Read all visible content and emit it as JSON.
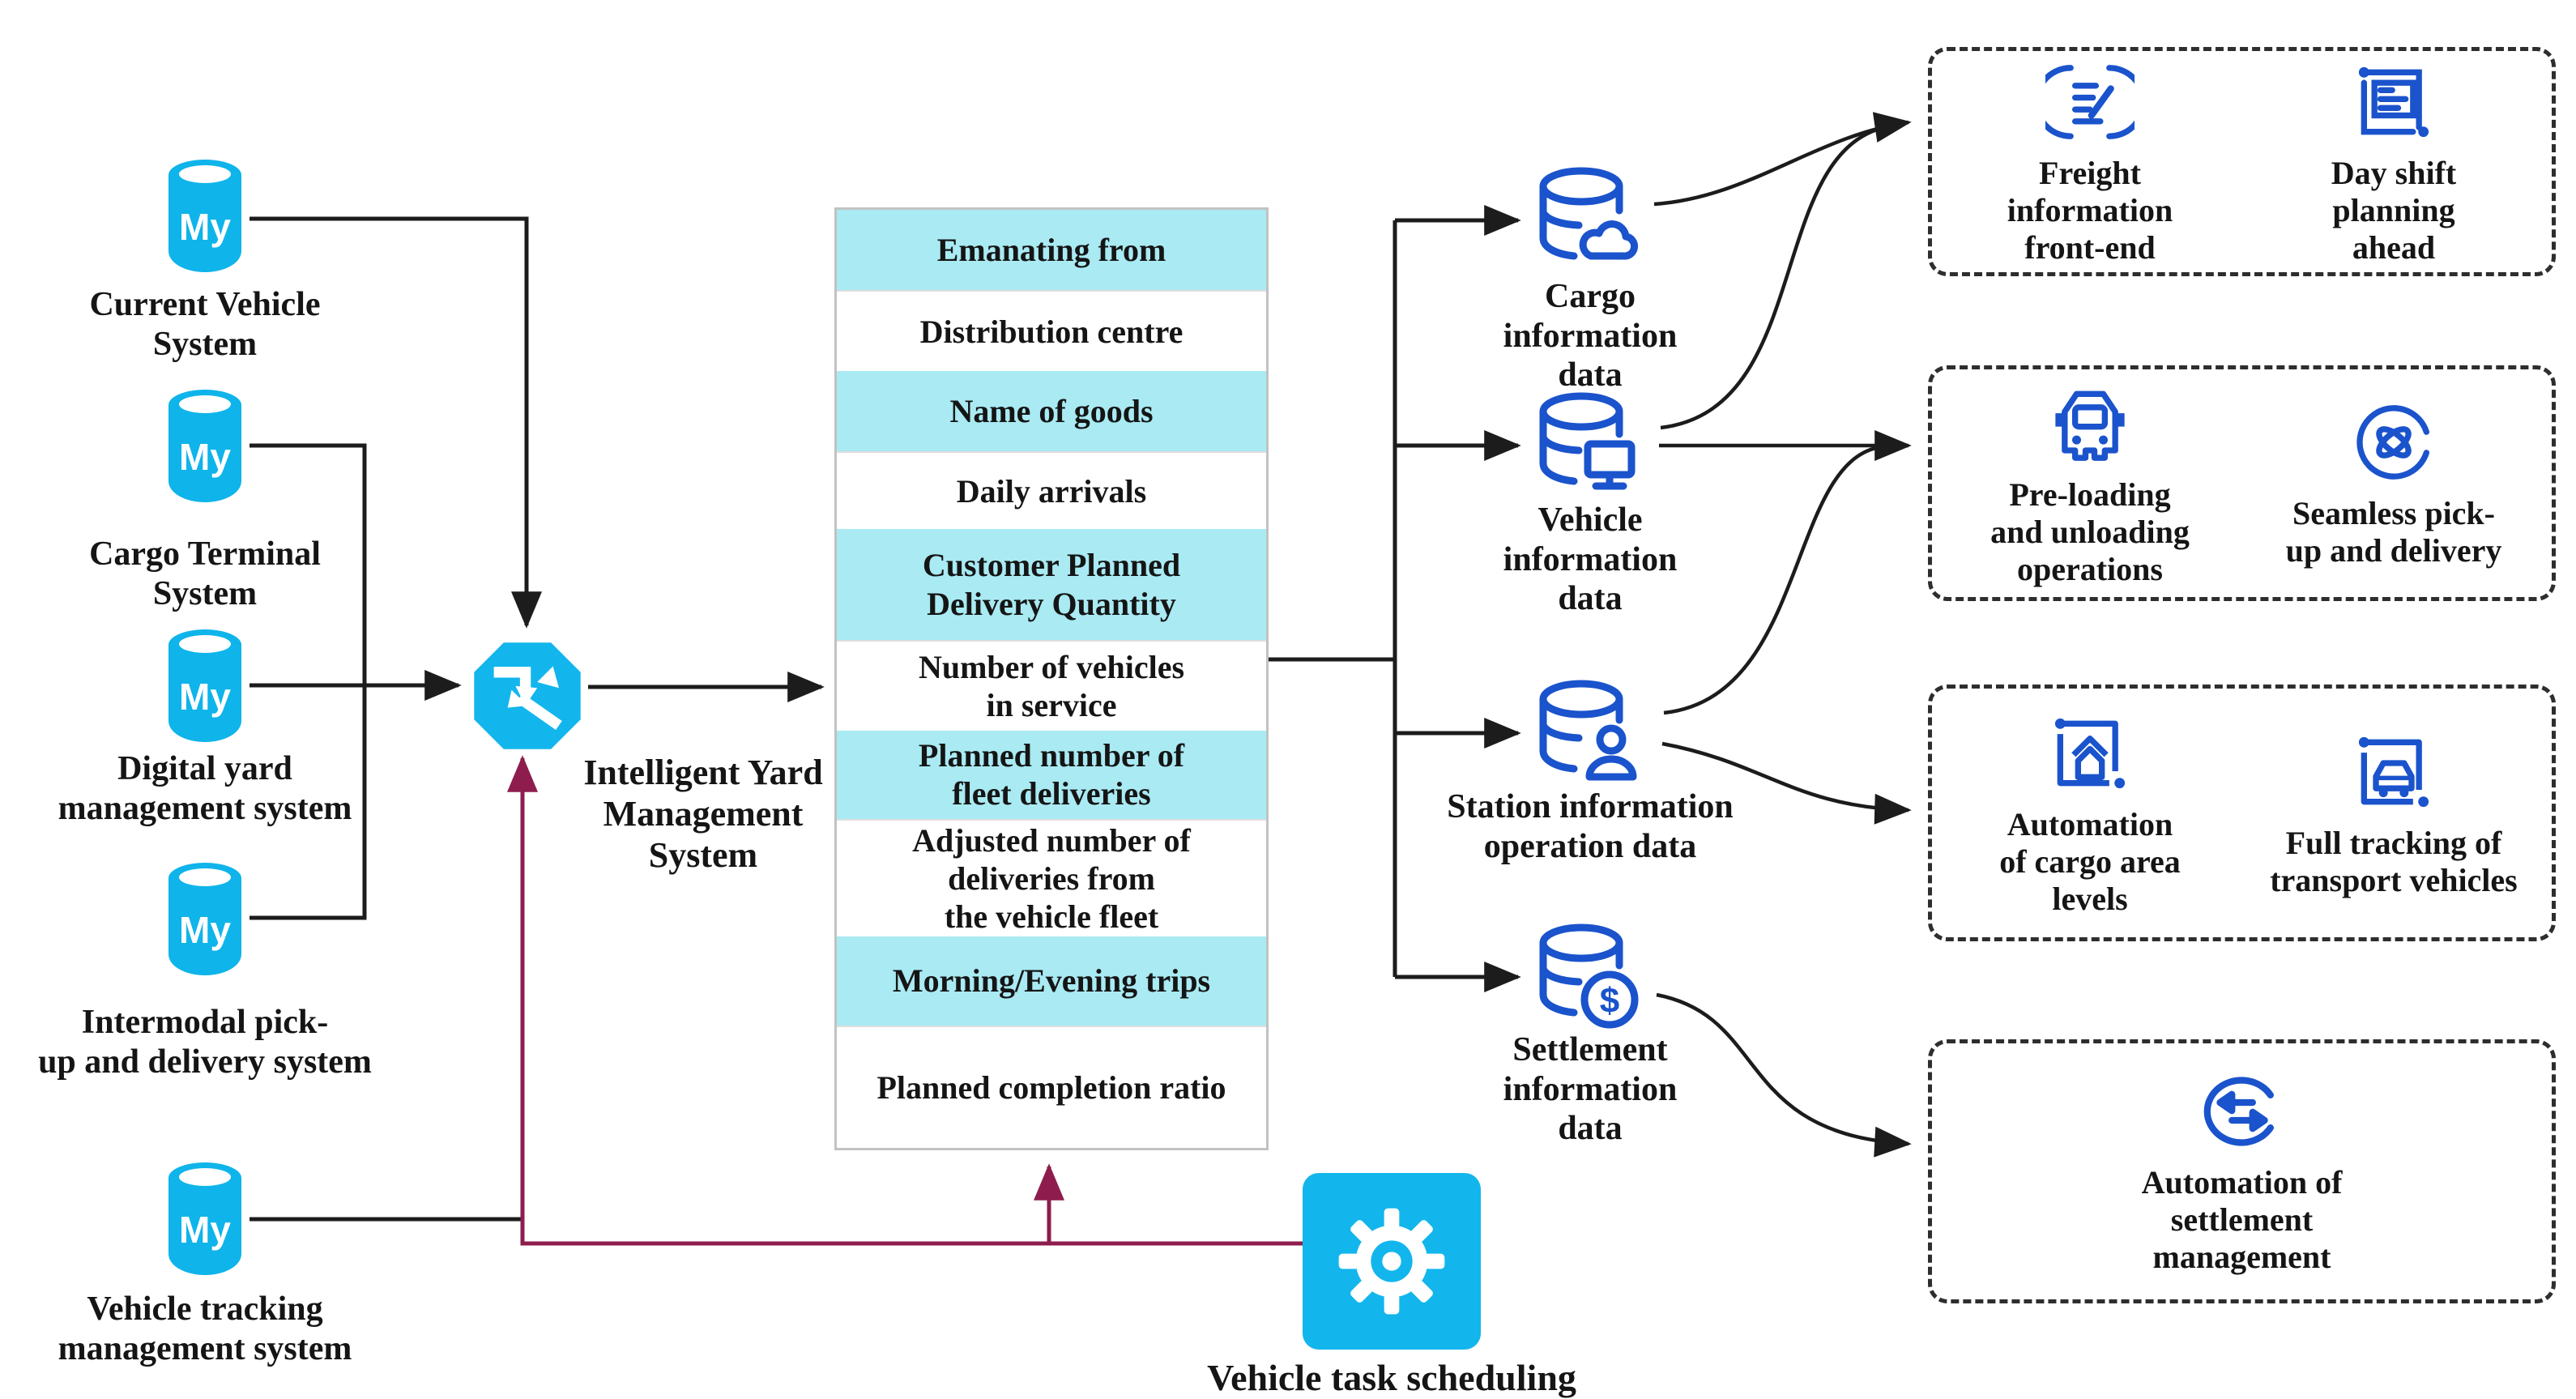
{
  "colors": {
    "accent_cyan": "#12b6ec",
    "table_highlight": "#a9eaf3",
    "icon_blue": "#1a53cc",
    "feedback_maroon": "#8e1d4e",
    "line_black": "#1c1c1c"
  },
  "sources": [
    {
      "label": "Current Vehicle\nSystem",
      "badge": "My",
      "icon": "mysql-database-icon"
    },
    {
      "label": "Cargo Terminal\nSystem",
      "badge": "My",
      "icon": "mysql-database-icon"
    },
    {
      "label": "Digital yard\nmanagement system",
      "badge": "My",
      "icon": "mysql-database-icon"
    },
    {
      "label": "Intermodal pick-\nup and delivery system",
      "badge": "My",
      "icon": "mysql-database-icon"
    },
    {
      "label": "Vehicle tracking\nmanagement system",
      "badge": "My",
      "icon": "mysql-database-icon"
    }
  ],
  "hub": {
    "label": "Intelligent Yard\nManagement\nSystem",
    "icon": "exchange-hub-icon"
  },
  "table": {
    "rows": [
      {
        "text": "Emanating from"
      },
      {
        "text": "Distribution centre"
      },
      {
        "text": "Name of goods"
      },
      {
        "text": "Daily arrivals"
      },
      {
        "text": "Customer Planned\nDelivery Quantity"
      },
      {
        "text": "Number of vehicles\nin service"
      },
      {
        "text": "Planned number of\nfleet deliveries"
      },
      {
        "text": "Adjusted number of\ndeliveries from\nthe vehicle fleet"
      },
      {
        "text": "Morning/Evening trips"
      },
      {
        "text": "Planned completion ratio"
      }
    ]
  },
  "stores": [
    {
      "label": "Cargo\ninformation\ndata",
      "icon": "database-cloud-icon"
    },
    {
      "label": "Vehicle\ninformation\ndata",
      "icon": "database-monitor-icon"
    },
    {
      "label": "Station information\noperation data",
      "icon": "database-person-icon"
    },
    {
      "label": "Settlement\ninformation\ndata",
      "icon": "database-dollar-icon"
    }
  ],
  "outcomes": [
    {
      "label": "Freight\ninformation\nfront-end",
      "icon": "freight-frontend-icon"
    },
    {
      "label": "Day shift\nplanning\nahead",
      "icon": "day-shift-plan-icon"
    },
    {
      "label": "Pre-loading\nand unloading\noperations",
      "icon": "truck-front-icon"
    },
    {
      "label": "Seamless pick-\nup and delivery",
      "icon": "seamless-loop-icon"
    },
    {
      "label": "Automation\nof cargo area\nlevels",
      "icon": "cargo-area-icon"
    },
    {
      "label": "Full tracking of\ntransport vehicles",
      "icon": "vehicle-tracking-icon"
    },
    {
      "label": "Automation of\nsettlement\nmanagement",
      "icon": "settlement-swap-icon"
    }
  ],
  "scheduler": {
    "label": "Vehicle task scheduling",
    "icon": "gear-icon"
  }
}
